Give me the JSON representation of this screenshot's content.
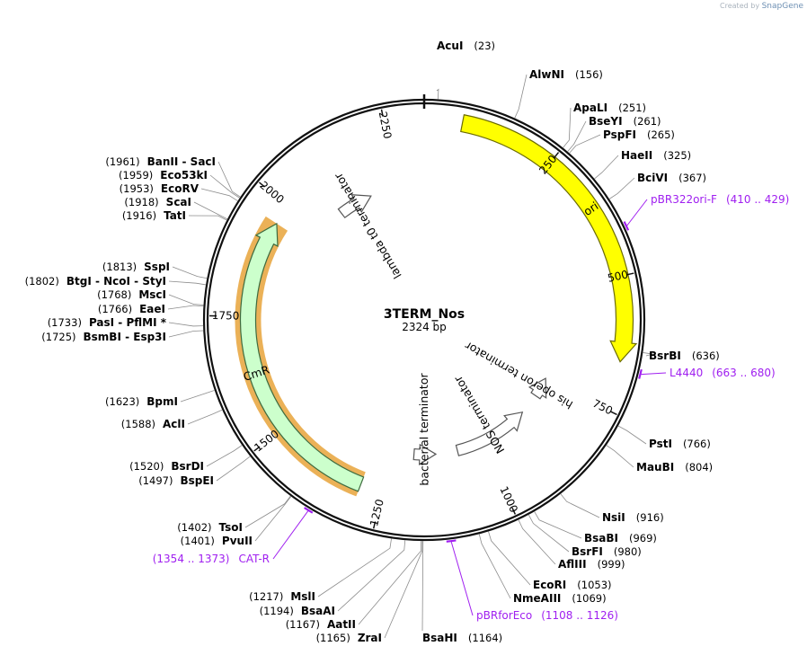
{
  "watermark": {
    "prefix": "Created by",
    "brand": "SnapGene"
  },
  "map": {
    "name": "3TERM_Nos",
    "length_label": "2324 bp",
    "length_bp": 2324
  },
  "ticks": [
    {
      "label": "250",
      "bp": 250
    },
    {
      "label": "500",
      "bp": 500
    },
    {
      "label": "750",
      "bp": 750
    },
    {
      "label": "1000",
      "bp": 1000
    },
    {
      "label": "1250",
      "bp": 1250
    },
    {
      "label": "1500",
      "bp": 1500
    },
    {
      "label": "1750",
      "bp": 1750
    },
    {
      "label": "2000",
      "bp": 2000
    },
    {
      "label": "2250",
      "bp": 2250
    }
  ],
  "features": [
    {
      "name": "ori",
      "start": 71,
      "end": 659,
      "dir": "cw",
      "type": "ori",
      "color": "#ffff00",
      "stroke": "#6b6b00",
      "label": "ori"
    },
    {
      "name": "CmR",
      "start": 1298,
      "end": 1957,
      "dir": "cw",
      "type": "cds",
      "color": "#ccffcc",
      "stroke": "#3f6b3f",
      "label": "CmR",
      "highlight": "#e8a33a"
    },
    {
      "name": "lambda-t0",
      "start": 2080,
      "end": 2174,
      "dir": "cw",
      "type": "terminator",
      "color": "#ffffff",
      "stroke": "#555555",
      "label": "lambda t0 terminator"
    },
    {
      "name": "his-operon",
      "start": 747,
      "end": 802,
      "dir": "ccw",
      "type": "terminator",
      "color": "#ffffff",
      "stroke": "#555555",
      "label": "his operon terminator"
    },
    {
      "name": "NOS",
      "start": 860,
      "end": 1070,
      "dir": "ccw",
      "type": "terminator",
      "color": "#ffffff",
      "stroke": "#555555",
      "label": "NOS terminator"
    },
    {
      "name": "bacterial",
      "start": 1130,
      "end": 1190,
      "dir": "ccw",
      "type": "terminator",
      "color": "#ffffff",
      "stroke": "#555555",
      "label": "bacterial terminator"
    }
  ],
  "sites_right": [
    {
      "name": "AcuI",
      "pos": "(23)",
      "bp": 23
    },
    {
      "name": "AlwNI",
      "pos": "(156)",
      "bp": 156
    },
    {
      "name": "ApaLI",
      "pos": "(251)",
      "bp": 251
    },
    {
      "name": "BseYI",
      "pos": "(261)",
      "bp": 261
    },
    {
      "name": "PspFI",
      "pos": "(265)",
      "bp": 265
    },
    {
      "name": "HaeII",
      "pos": "(325)",
      "bp": 325
    },
    {
      "name": "BciVI",
      "pos": "(367)",
      "bp": 367
    },
    {
      "name": "BsrBI",
      "pos": "(636)",
      "bp": 636
    },
    {
      "name": "PstI",
      "pos": "(766)",
      "bp": 766
    },
    {
      "name": "MauBI",
      "pos": "(804)",
      "bp": 804
    },
    {
      "name": "NsiI",
      "pos": "(916)",
      "bp": 916
    },
    {
      "name": "BsaBI",
      "pos": "(969)",
      "bp": 969
    },
    {
      "name": "BsrFI",
      "pos": "(980)",
      "bp": 980
    },
    {
      "name": "AflIII",
      "pos": "(999)",
      "bp": 999
    },
    {
      "name": "EcoRI",
      "pos": "(1053)",
      "bp": 1053
    },
    {
      "name": "NmeAIII",
      "pos": "(1069)",
      "bp": 1069
    },
    {
      "name": "BsaHI",
      "pos": "(1164)",
      "bp": 1164
    }
  ],
  "sites_left": [
    {
      "name": "ZraI",
      "pos": "(1165)",
      "bp": 1165
    },
    {
      "name": "AatII",
      "pos": "(1167)",
      "bp": 1167
    },
    {
      "name": "BsaAI",
      "pos": "(1194)",
      "bp": 1194
    },
    {
      "name": "MslI",
      "pos": "(1217)",
      "bp": 1217
    },
    {
      "name": "PvuII",
      "pos": "(1401)",
      "bp": 1401
    },
    {
      "name": "TsoI",
      "pos": "(1402)",
      "bp": 1402
    },
    {
      "name": "BspEI",
      "pos": "(1497)",
      "bp": 1497
    },
    {
      "name": "BsrDI",
      "pos": "(1520)",
      "bp": 1520
    },
    {
      "name": "AclI",
      "pos": "(1588)",
      "bp": 1588
    },
    {
      "name": "BpmI",
      "pos": "(1623)",
      "bp": 1623
    },
    {
      "name": "BsmBI - Esp3I",
      "pos": "(1725)",
      "bp": 1725
    },
    {
      "name": "PasI - PflMI *",
      "pos": "(1733)",
      "bp": 1733
    },
    {
      "name": "EaeI",
      "pos": "(1766)",
      "bp": 1766
    },
    {
      "name": "MscI",
      "pos": "(1768)",
      "bp": 1768
    },
    {
      "name": "BtgI - NcoI - StyI",
      "pos": "(1802)",
      "bp": 1802
    },
    {
      "name": "SspI",
      "pos": "(1813)",
      "bp": 1813
    },
    {
      "name": "TatI",
      "pos": "(1916)",
      "bp": 1916
    },
    {
      "name": "ScaI",
      "pos": "(1918)",
      "bp": 1918
    },
    {
      "name": "EcoRV",
      "pos": "(1953)",
      "bp": 1953
    },
    {
      "name": "Eco53kI",
      "pos": "(1959)",
      "bp": 1959
    },
    {
      "name": "BanII - SacI",
      "pos": "(1961)",
      "bp": 1961
    }
  ],
  "primers": [
    {
      "name": "pBR322ori-F",
      "range": "(410 .. 429)",
      "bp": 420
    },
    {
      "name": "L4440",
      "range": "(663 .. 680)",
      "bp": 672
    },
    {
      "name": "pBRforEco",
      "range": "(1108 .. 1126)",
      "bp": 1117
    },
    {
      "name": "CAT-R",
      "range": "(1354 .. 1373)",
      "bp": 1364
    }
  ]
}
